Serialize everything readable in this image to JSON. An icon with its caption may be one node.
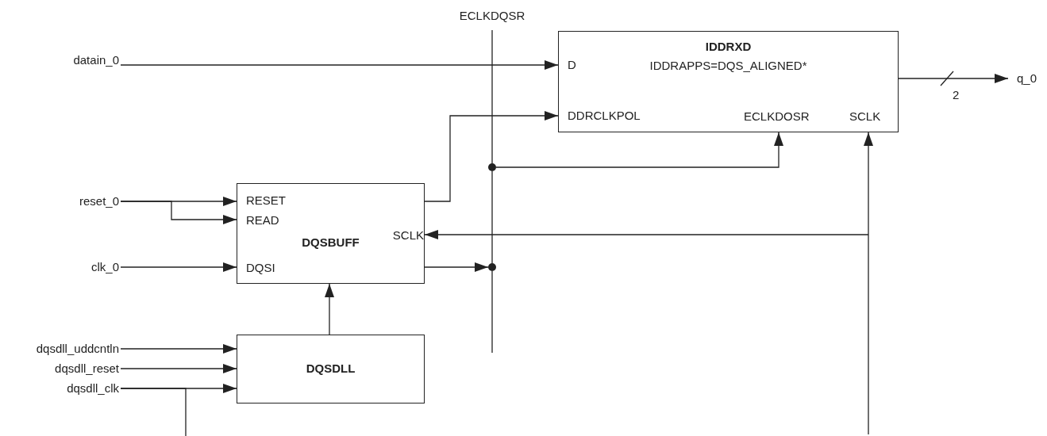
{
  "diagram": {
    "nodes": [
      {
        "text": [
          "datain_0"
        ]
      },
      {
        "text": [
          "ECLKDQSR"
        ]
      },
      {
        "text": [
          "IDDRXD",
          "IDDRAPPS=DQS_ALIGNED*"
        ]
      },
      {
        "text": [
          "D"
        ],
        "in": 2
      },
      {
        "text": [
          "DDRCLKPOL"
        ],
        "in": 2
      },
      {
        "text": [
          "ECLKDOSR"
        ],
        "in": 2
      },
      {
        "text": [
          "SCLK"
        ],
        "in": 2
      },
      {
        "text": [
          "q_0"
        ]
      },
      {
        "text": [
          "reset_0"
        ]
      },
      {
        "text": [
          "DQSBUFF"
        ]
      },
      {
        "text": [
          "RESET"
        ],
        "in": 9
      },
      {
        "text": [
          "READ"
        ],
        "in": 9
      },
      {
        "text": [
          "SCLK"
        ],
        "in": 9
      },
      {
        "text": [
          "DQSI"
        ],
        "in": 9
      },
      {
        "text": [
          "clk_0"
        ]
      },
      {
        "text": [],
        "shape": "circle"
      },
      {
        "text": [],
        "shape": "circle"
      },
      {
        "text": [
          "dqsdll_uddcntln"
        ]
      },
      {
        "text": [
          "dqsdll_reset"
        ]
      },
      {
        "text": [
          "dqsdll_clk"
        ]
      },
      {
        "text": [
          "DQSDLL"
        ]
      }
    ],
    "edges": [
      {
        "from": 0,
        "to": 3,
        "arrow": "to"
      },
      {
        "from": 9,
        "to": 4,
        "arrow": "to"
      },
      {
        "from": 15,
        "to": 5,
        "arrow": "to"
      },
      {
        "from": 2,
        "to": 7,
        "arrow": "to",
        "label": "2"
      },
      {
        "from": 8,
        "to": 10,
        "arrow": "to"
      },
      {
        "from": 8,
        "to": 11,
        "arrow": "to"
      },
      {
        "from": null,
        "to": 12,
        "arrow": "to"
      },
      {
        "from": 14,
        "to": 13,
        "arrow": "to"
      },
      {
        "from": 9,
        "to": 16,
        "arrow": "to"
      },
      {
        "from": 16,
        "to": 15,
        "arrow": "none"
      },
      {
        "from": 15,
        "to": 1,
        "arrow": "none"
      },
      {
        "from": 16,
        "to": null,
        "arrow": "none"
      },
      {
        "from": 20,
        "to": 9,
        "arrow": "to"
      },
      {
        "from": 17,
        "to": 20,
        "arrow": "to"
      },
      {
        "from": 18,
        "to": 20,
        "arrow": "to"
      },
      {
        "from": 19,
        "to": 20,
        "arrow": "to"
      },
      {
        "from": 19,
        "to": null,
        "arrow": "none"
      },
      {
        "from": null,
        "to": 6,
        "arrow": "to"
      }
    ]
  }
}
